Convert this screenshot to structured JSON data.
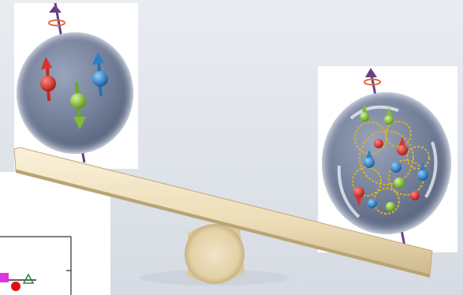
{
  "scene": {
    "left_illustration": "proton-valence-quarks",
    "right_illustration": "proton-quarks-and-gluons",
    "balance": "seesaw-on-log",
    "colors": {
      "disk": "#6e7a94",
      "disk_light": "#8a96ae",
      "red_quark": "#d8342c",
      "green_quark": "#7fbf2f",
      "blue_quark": "#2e7fc6",
      "gluon": "#d9b422",
      "spin_arrow": "#6b3f86",
      "plank": "#efe0bd",
      "log": "#e8d8b0",
      "plot_magenta": "#e032e0",
      "plot_red": "#e01010",
      "plot_green": "#2a8a2a"
    }
  }
}
